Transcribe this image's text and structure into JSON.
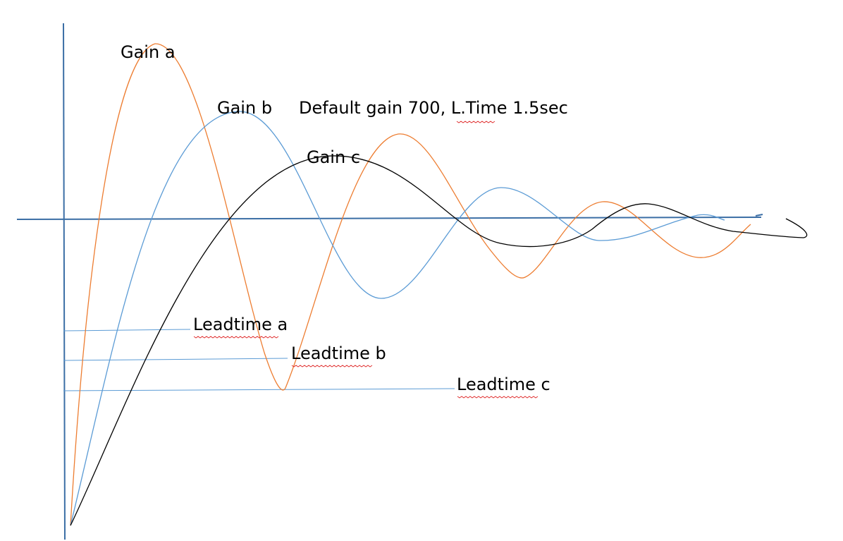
{
  "labels": {
    "gain_a": "Gain a",
    "gain_b": "Gain b",
    "gain_c": "Gain c",
    "default_note": "Default gain 700, L.Time 1.5sec",
    "leadtime_a": "Leadtime a",
    "leadtime_b": "Leadtime b",
    "leadtime_c": "Leadtime c"
  },
  "colors": {
    "axis": "#3b6ea5",
    "curve_a": "#ed7d31",
    "curve_b": "#5b9bd5",
    "curve_c": "#000000",
    "leadtime_line": "#5b9bd5",
    "spellcheck": "#e03030"
  }
}
